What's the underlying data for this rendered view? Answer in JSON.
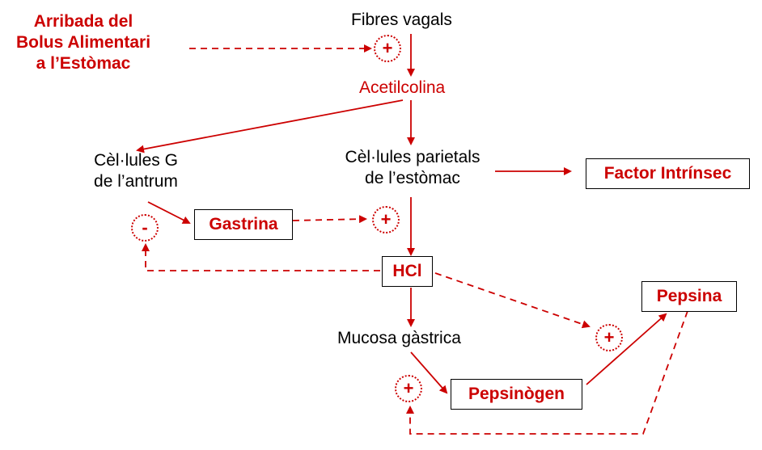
{
  "colors": {
    "accent": "#cc0000",
    "text": "#000000",
    "box_border": "#000000"
  },
  "nodes": {
    "arrival_line1": "Arribada del",
    "arrival_line2": "Bolus Alimentari",
    "arrival_line3": "a l’Estòmac",
    "vagal_fibres": "Fibres vagals",
    "acetylcholine": "Acetilcolina",
    "g_cells_line1": "Cèl·lules G",
    "g_cells_line2": "de l’antrum",
    "parietal_line1": "Cèl·lules parietals",
    "parietal_line2": "de l’estòmac",
    "intrinsic_factor": "Factor Intrínsec",
    "gastrin": "Gastrina",
    "hcl": "HCl",
    "gastric_mucosa": "Mucosa gàstrica",
    "pepsin": "Pepsina",
    "pepsinogen": "Pepsinògen"
  },
  "signs": {
    "plus": "+",
    "minus": "-"
  }
}
